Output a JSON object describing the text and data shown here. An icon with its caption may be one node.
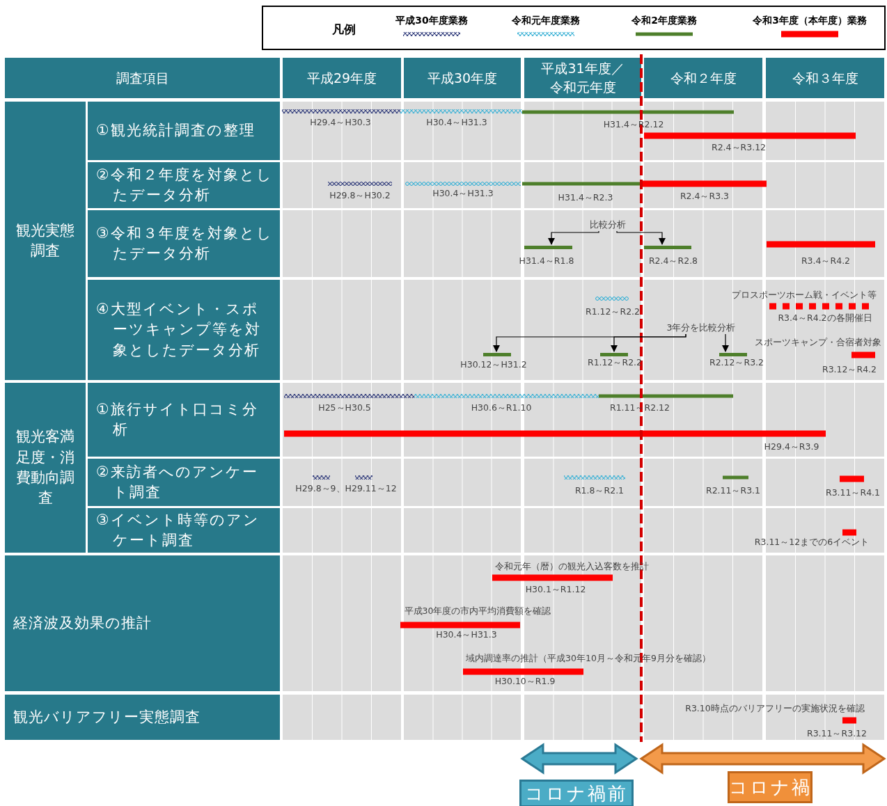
{
  "diagram": {
    "nodes": [
      {
        "text": [
          "比較分析"
        ]
      },
      {
        "text": [],
        "shape": "bar",
        "beside": [
          "H31.4～R1.8"
        ]
      },
      {
        "text": [],
        "shape": "bar",
        "beside": [
          "R2.4～R2.8"
        ]
      },
      {
        "text": [
          "3年分を比較分析"
        ]
      },
      {
        "text": [],
        "shape": "bar",
        "beside": [
          "H30.12～H31.2"
        ]
      },
      {
        "text": [],
        "shape": "bar",
        "beside": [
          "R1.12～R2.2"
        ]
      },
      {
        "text": [],
        "shape": "bar",
        "beside": [
          "R2.12～R3.2"
        ]
      },
      {
        "text": [
          "コロナ禍前"
        ]
      },
      {
        "text": [
          "コロナ禍"
        ]
      }
    ],
    "edges": [
      {
        "from": 0,
        "to": 1,
        "arrow": "to"
      },
      {
        "from": 0,
        "to": 2,
        "arrow": "to"
      },
      {
        "from": 3,
        "to": 4,
        "arrow": "to"
      },
      {
        "from": 3,
        "to": 5,
        "arrow": "to"
      },
      {
        "from": 3,
        "to": 6,
        "arrow": "to"
      }
    ],
    "labels": [
      "凡例",
      "調査項目",
      "平成29年度",
      "平成30年度",
      "平成31年度／令和元年度",
      "令和２年度",
      "令和３年度",
      "観光実態調査",
      "①観光統計調査の整理",
      "②令和２年度を対象としたデータ分析",
      "③令和３年度を対象としたデータ分析",
      "④大型イベント・スポーツキャンプ等を対象としたデータ分析",
      "観光客満足度・消費動向調査",
      "①旅行サイト口コミ分析",
      "②来訪者へのアンケート調査",
      "③イベント時等のアンケート調査",
      "経済波及効果の推計",
      "観光バリアフリー実態調査",
      "H29.4～H30.3",
      "H30.4～H31.3",
      "H31.4～R2.12",
      "R2.4～R3.12",
      "H29.8～H30.2",
      "H30.4～H31.3",
      "H31.4～R2.3",
      "R2.4～R3.3",
      "R3.4～R4.2",
      "R1.12～R2.2",
      "プロスポーツホーム戦・イベント等",
      "R3.4～R4.2の各開催日",
      "スポーツキャンプ・合宿者対象",
      "R3.12～R4.2",
      "H25～H30.5",
      "H30.6～R1.10",
      "R1.11～R2.12",
      "H29.4～R3.9",
      "H29.8～9、H29.11～12",
      "R1.8～R2.1",
      "R2.11～R3.1",
      "R3.11～R4.1",
      "R3.11～12までの6イベント",
      "令和元年（暦）の観光入込客数を推計",
      "H30.1～R1.12",
      "平成30年度の市内平均消費額を確認",
      "H30.4～H31.3",
      "域内調達率の推計（平成30年10月～令和元年9月分を確認）",
      "H30.10～R1.9",
      "R3.10時点のバリアフリーの実施状況を確認",
      "R3.11～R3.12"
    ],
    "legend": [
      {
        "text": "平成30年度業務"
      },
      {
        "text": "令和元年度業務"
      },
      {
        "text": "令和2年度業務"
      },
      {
        "text": "令和3年度（本年度）業務"
      }
    ]
  }
}
